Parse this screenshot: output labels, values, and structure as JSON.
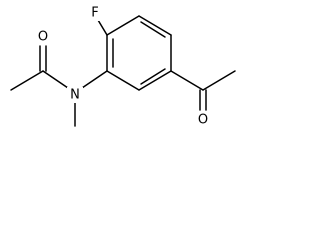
{
  "molecule": {
    "atoms": {
      "fluorine": "F",
      "nitrogen": "N",
      "amide_oxygen": "O",
      "ketone_oxygen": "O"
    }
  }
}
